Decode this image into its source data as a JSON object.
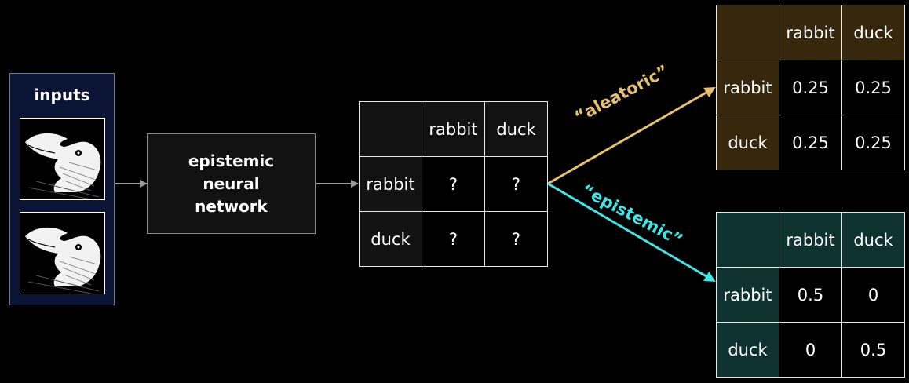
{
  "inputs": {
    "title": "inputs",
    "images": [
      {
        "name": "rabbit-duck-illusion-image"
      },
      {
        "name": "rabbit-duck-illusion-image"
      }
    ]
  },
  "network": {
    "label": "epistemic\nneural\nnetwork"
  },
  "prediction_matrix": {
    "col_headers": [
      "rabbit",
      "duck"
    ],
    "row_headers": [
      "rabbit",
      "duck"
    ],
    "cells": [
      [
        "?",
        "?"
      ],
      [
        "?",
        "?"
      ]
    ]
  },
  "aleatoric": {
    "label": "“aleatoric”",
    "color": "#e7c06e",
    "header_fill": "#37270c",
    "col_headers": [
      "rabbit",
      "duck"
    ],
    "row_headers": [
      "rabbit",
      "duck"
    ],
    "cells": [
      [
        "0.25",
        "0.25"
      ],
      [
        "0.25",
        "0.25"
      ]
    ]
  },
  "epistemic": {
    "label": "“epistemic”",
    "color": "#3fe6e6",
    "header_fill": "#0d3230",
    "col_headers": [
      "rabbit",
      "duck"
    ],
    "row_headers": [
      "rabbit",
      "duck"
    ],
    "cells": [
      [
        "0.5",
        "0"
      ],
      [
        "0",
        "0.5"
      ]
    ]
  }
}
